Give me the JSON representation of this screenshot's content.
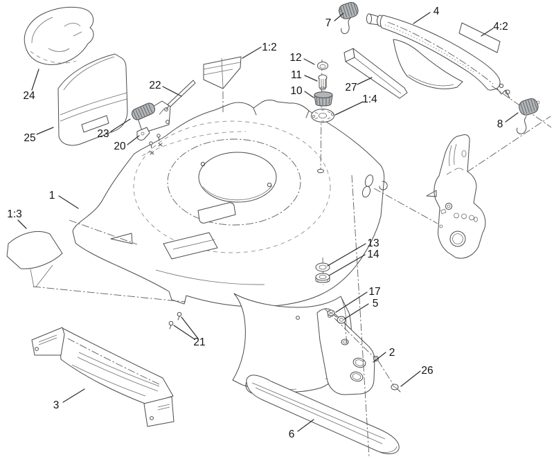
{
  "figure": {
    "background": "#ffffff",
    "line_color": "#4a4a4a",
    "label_color": "#111111",
    "shaded_part_color": "#b2b6b9"
  },
  "diagram": {
    "callouts": [
      {
        "id": "1",
        "label": "1"
      },
      {
        "id": "1:2",
        "label": "1:2"
      },
      {
        "id": "1:3",
        "label": "1:3"
      },
      {
        "id": "1:4",
        "label": "1:4"
      },
      {
        "id": "2",
        "label": "2"
      },
      {
        "id": "3",
        "label": "3"
      },
      {
        "id": "4",
        "label": "4"
      },
      {
        "id": "4:2",
        "label": "4:2"
      },
      {
        "id": "5",
        "label": "5"
      },
      {
        "id": "6",
        "label": "6"
      },
      {
        "id": "7",
        "label": "7"
      },
      {
        "id": "8",
        "label": "8"
      },
      {
        "id": "10",
        "label": "10"
      },
      {
        "id": "11",
        "label": "11"
      },
      {
        "id": "12",
        "label": "12"
      },
      {
        "id": "13",
        "label": "13"
      },
      {
        "id": "14",
        "label": "14"
      },
      {
        "id": "17",
        "label": "17"
      },
      {
        "id": "20",
        "label": "20"
      },
      {
        "id": "21",
        "label": "21"
      },
      {
        "id": "22",
        "label": "22"
      },
      {
        "id": "23",
        "label": "23"
      },
      {
        "id": "24",
        "label": "24"
      },
      {
        "id": "25",
        "label": "25"
      },
      {
        "id": "26",
        "label": "26"
      },
      {
        "id": "27",
        "label": "27"
      }
    ]
  }
}
